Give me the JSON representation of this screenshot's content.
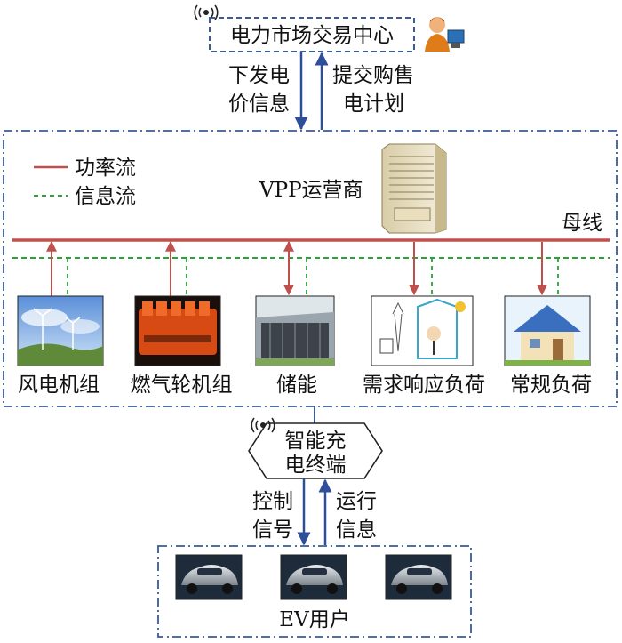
{
  "trading_center": {
    "label": "电力市场交易中心"
  },
  "downlink": {
    "line1": "下发电",
    "line2": "价信息"
  },
  "uplink": {
    "line1": "提交购售",
    "line2": "电计划"
  },
  "legend": {
    "power_flow": "功率流",
    "info_flow": "信息流"
  },
  "vpp": {
    "label": "VPP运营商"
  },
  "bus": {
    "label": "母线"
  },
  "units": [
    {
      "label": "风电机组"
    },
    {
      "label": "燃气轮机组"
    },
    {
      "label": "储能"
    },
    {
      "label": "需求响应负荷"
    },
    {
      "label": "常规负荷"
    }
  ],
  "charging_terminal": {
    "line1": "智能充",
    "line2": "电终端"
  },
  "control": {
    "line1": "控制",
    "line2": "信号"
  },
  "running": {
    "line1": "运行",
    "line2": "信息"
  },
  "ev": {
    "label": "EV用户"
  },
  "colors": {
    "power": "#c0504d",
    "info": "#2aa43a",
    "blue": "#2e4d9a",
    "frame": "#3a5a9a"
  }
}
